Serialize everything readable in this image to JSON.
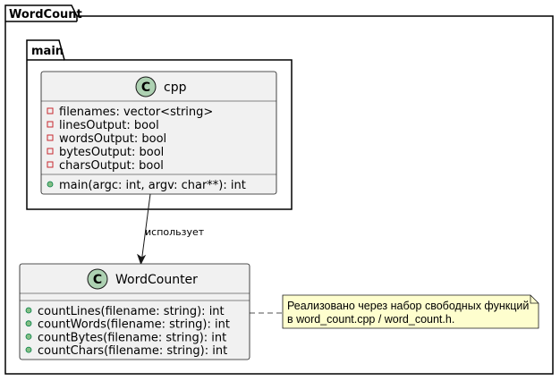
{
  "packages": {
    "outer": {
      "name": "WordCount"
    },
    "inner": {
      "name": "main"
    }
  },
  "classes": {
    "cpp": {
      "stereotype_letter": "C",
      "name": "cpp",
      "fields": [
        "filenames: vector<string>",
        "linesOutput: bool",
        "wordsOutput: bool",
        "bytesOutput: bool",
        "charsOutput: bool"
      ],
      "methods": [
        "main(argc: int, argv: char**): int"
      ]
    },
    "wordcounter": {
      "stereotype_letter": "C",
      "name": "WordCounter",
      "fields": [],
      "methods": [
        "countLines(filename: string): int",
        "countWords(filename: string): int",
        "countBytes(filename: string): int",
        "countChars(filename: string): int"
      ]
    }
  },
  "relation": {
    "label": "использует"
  },
  "note": {
    "lines": [
      "Реализовано через набор свободных функций",
      "в word_count.cpp / word_count.h."
    ]
  },
  "colors": {
    "class_fill": "#f1f1f1",
    "class_border": "#181818",
    "badge_fill": "#add1b2",
    "note_fill": "#fefece",
    "private_marker": "#c82930",
    "public_marker": "#84be84"
  }
}
